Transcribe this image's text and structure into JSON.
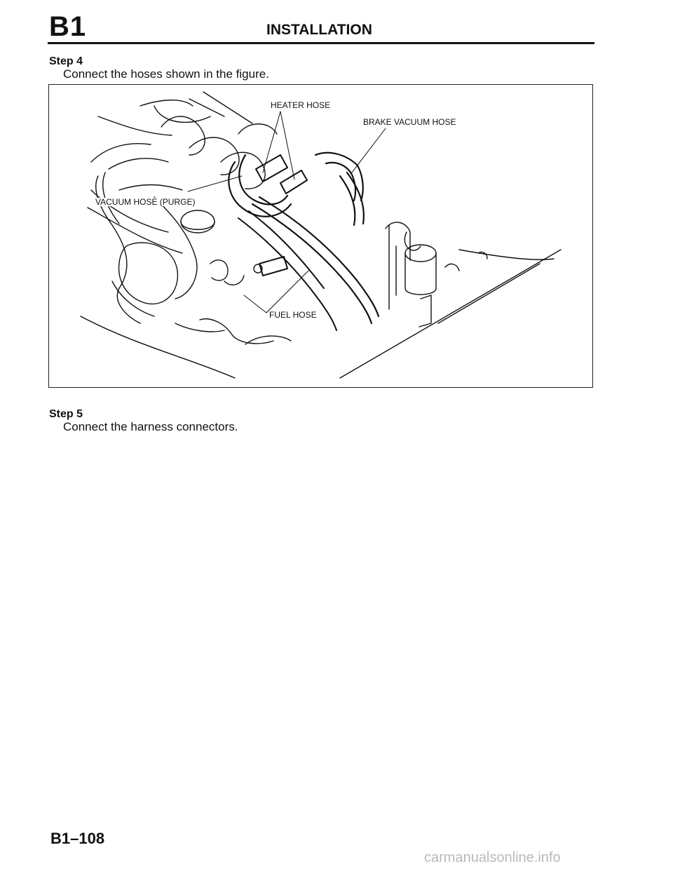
{
  "header": {
    "section_code": "B1",
    "title": "INSTALLATION"
  },
  "steps": [
    {
      "label": "Step 4",
      "text": "Connect the hoses shown in the figure."
    },
    {
      "label": "Step 5",
      "text": "Connect the harness connectors."
    }
  ],
  "figure": {
    "callouts": {
      "heater_hose": "HEATER HOSE",
      "brake_vacuum_hose": "BRAKE VACUUM HOSE",
      "vacuum_hose_purge": "VACUUM HOSE (PURGE)",
      "fuel_hose": "FUEL HOSE"
    }
  },
  "footer": {
    "page_number": "B1–108",
    "watermark": "carmanualsonline.info"
  }
}
